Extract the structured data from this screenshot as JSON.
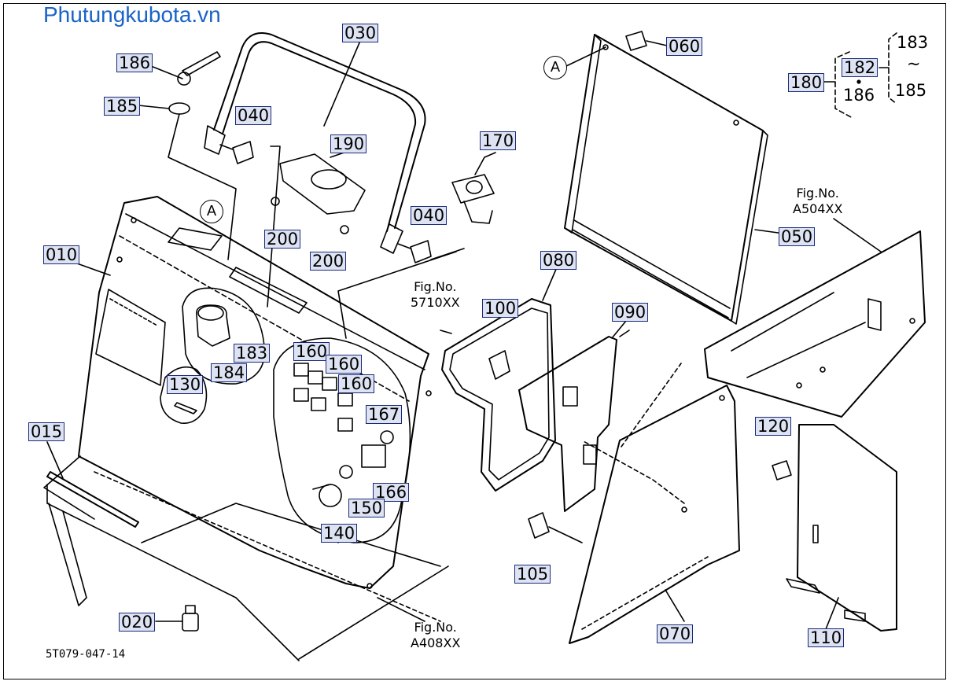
{
  "site_title": "Phutungkubota.vn",
  "drawing_code": "5T079-047-14",
  "parts": [
    {
      "id": "p030",
      "label": "030"
    },
    {
      "id": "p186",
      "label": "186"
    },
    {
      "id": "p185",
      "label": "185"
    },
    {
      "id": "p040a",
      "label": "040"
    },
    {
      "id": "p190",
      "label": "190"
    },
    {
      "id": "p170",
      "label": "170"
    },
    {
      "id": "p200a",
      "label": "200"
    },
    {
      "id": "p200b",
      "label": "200"
    },
    {
      "id": "p040b",
      "label": "040"
    },
    {
      "id": "p010",
      "label": "010"
    },
    {
      "id": "p060",
      "label": "060"
    },
    {
      "id": "p180",
      "label": "180"
    },
    {
      "id": "p182",
      "label": "182"
    },
    {
      "id": "p050",
      "label": "050"
    },
    {
      "id": "p080",
      "label": "080"
    },
    {
      "id": "p100",
      "label": "100"
    },
    {
      "id": "p090",
      "label": "090"
    },
    {
      "id": "p183",
      "label": "183"
    },
    {
      "id": "p184",
      "label": "184"
    },
    {
      "id": "p160a",
      "label": "160"
    },
    {
      "id": "p160b",
      "label": "160"
    },
    {
      "id": "p160c",
      "label": "160"
    },
    {
      "id": "p130",
      "label": "130"
    },
    {
      "id": "p167",
      "label": "167"
    },
    {
      "id": "p015",
      "label": "015"
    },
    {
      "id": "p166",
      "label": "166"
    },
    {
      "id": "p150",
      "label": "150"
    },
    {
      "id": "p140",
      "label": "140"
    },
    {
      "id": "p120",
      "label": "120"
    },
    {
      "id": "p105",
      "label": "105"
    },
    {
      "id": "p020",
      "label": "020"
    },
    {
      "id": "p070",
      "label": "070"
    },
    {
      "id": "p110",
      "label": "110"
    }
  ],
  "plain_labels": {
    "range_top": "183",
    "range_tilde": "~",
    "range_bottom": "185",
    "sub_186": "186"
  },
  "figure_refs": {
    "a504": {
      "line1": "Fig.No.",
      "line2": "A504XX"
    },
    "f5710": {
      "line1": "Fig.No.",
      "line2": "5710XX"
    },
    "a408": {
      "line1": "Fig.No.",
      "line2": "A408XX"
    }
  },
  "callouts": {
    "a1": "A",
    "a2": "A"
  }
}
